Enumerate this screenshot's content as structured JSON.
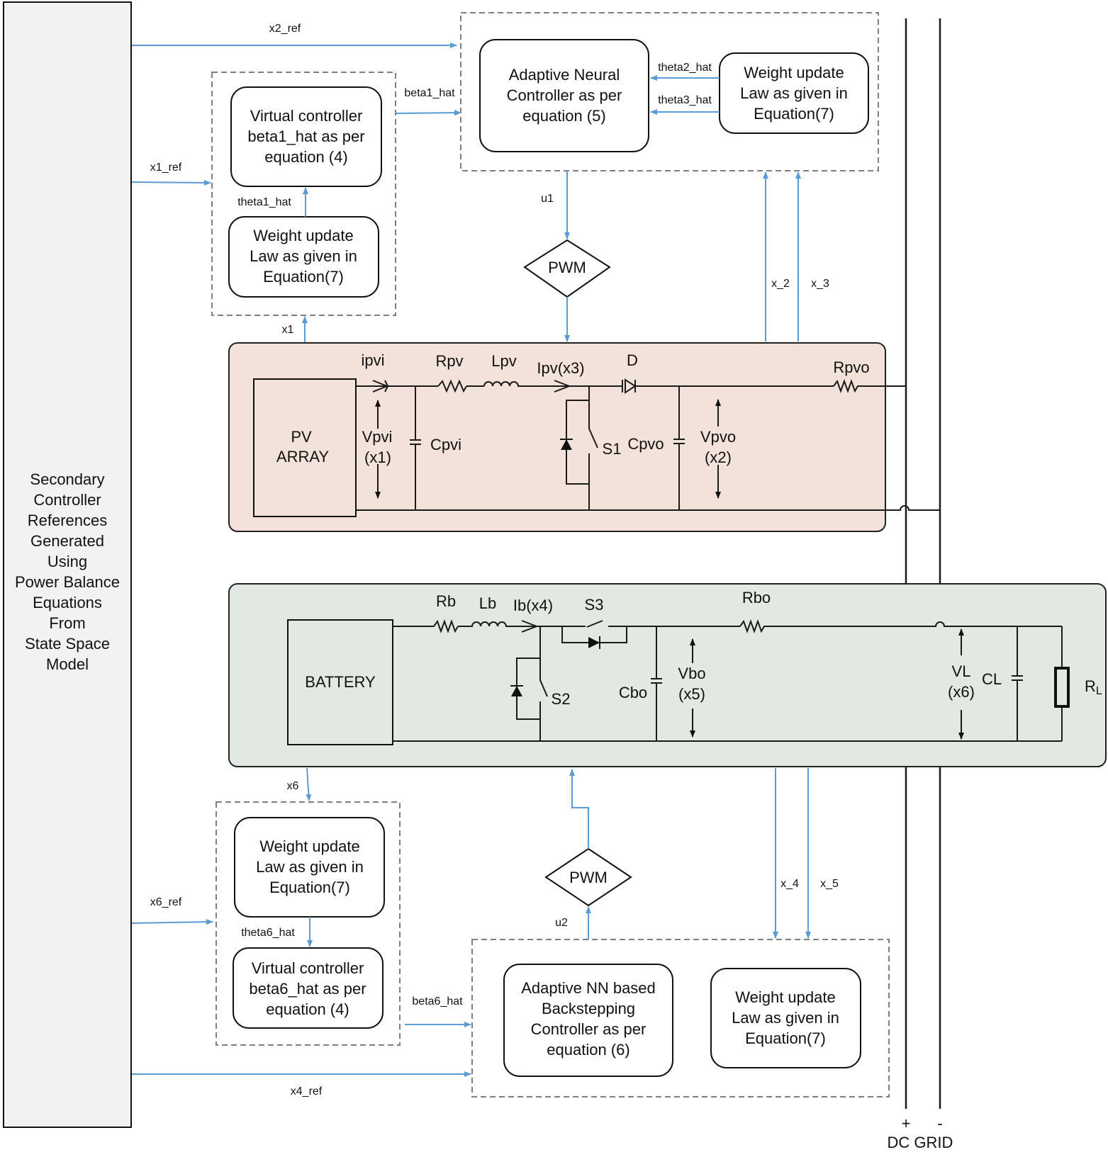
{
  "side_panel": {
    "lines": [
      "Secondary",
      "Controller",
      "References",
      "Generated",
      "Using",
      "Power Balance",
      "Equations",
      "From",
      "State Space",
      "Model"
    ]
  },
  "signals": {
    "x2_ref": "x2_ref",
    "x1_ref": "x1_ref",
    "beta1_hat": "beta1_hat",
    "theta1_hat": "theta1_hat",
    "theta2_hat": "theta2_hat",
    "theta3_hat": "theta3_hat",
    "u1": "u1",
    "x_2": "x_2",
    "x_3": "x_3",
    "x1": "x1",
    "x6": "x6",
    "x6_ref": "x6_ref",
    "theta6_hat": "theta6_hat",
    "beta6_hat": "beta6_hat",
    "u2": "u2",
    "x_4": "x_4",
    "x_5": "x_5",
    "x4_ref": "x4_ref"
  },
  "top_controller": {
    "virtual_controller": [
      "Virtual controller",
      "beta1_hat as per",
      "equation (4)"
    ],
    "weight_update_left": [
      "Weight update",
      "Law as given in",
      "Equation(7)"
    ],
    "adaptive_neural": [
      "Adaptive Neural",
      "Controller as per",
      "equation (5)"
    ],
    "weight_update_right": [
      "Weight update",
      "Law as given in",
      "Equation(7)"
    ],
    "pwm": "PWM"
  },
  "pv_circuit": {
    "pv_array": [
      "PV",
      "ARRAY"
    ],
    "ipvi": "ipvi",
    "rpv": "Rpv",
    "lpv": "Lpv",
    "ipv": "Ipv(x3)",
    "d": "D",
    "rpvo": "Rpvo",
    "vpvi": [
      "Vpvi",
      "(x1)"
    ],
    "cpvi": "Cpvi",
    "s1": "S1",
    "cpvo": "Cpvo",
    "vpvo": [
      "Vpvo",
      "(x2)"
    ]
  },
  "battery_circuit": {
    "battery": "BATTERY",
    "rb": "Rb",
    "lb": "Lb",
    "ib": "Ib(x4)",
    "s3": "S3",
    "rbo": "Rbo",
    "s2": "S2",
    "cbo": "Cbo",
    "vbo": [
      "Vbo",
      "(x5)"
    ],
    "vl": [
      "VL",
      "(x6)"
    ],
    "cl": "CL",
    "rl": "R",
    "rl_sub": "L"
  },
  "bottom_controller": {
    "weight_update_left": [
      "Weight update",
      "Law as given in",
      "Equation(7)"
    ],
    "virtual_controller": [
      "Virtual controller",
      "beta6_hat as per",
      "equation (4)"
    ],
    "adaptive_nn": [
      "Adaptive NN based",
      "Backstepping",
      "Controller as per",
      "equation (6)"
    ],
    "weight_update_right": [
      "Weight update",
      "Law as given in",
      "Equation(7)"
    ],
    "pwm": "PWM"
  },
  "grid": {
    "plus": "+",
    "minus": "-",
    "label": "DC GRID"
  },
  "colors": {
    "signal": "#5b9bd5",
    "pv_fill": "#f2e2d9",
    "battery_fill": "#e2e9e2",
    "side_fill": "#f2f2f2"
  }
}
